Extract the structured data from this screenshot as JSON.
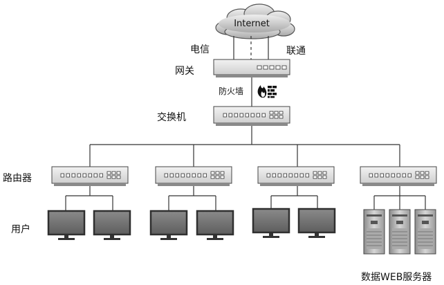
{
  "cloud": {
    "label": "Internet"
  },
  "isps": {
    "left": "电信",
    "right": "联通"
  },
  "labels": {
    "gateway": "网关",
    "firewall": "防火墙",
    "switch": "交换机",
    "router": "路由器",
    "user": "用户",
    "servers": "数据WEB服务器"
  }
}
